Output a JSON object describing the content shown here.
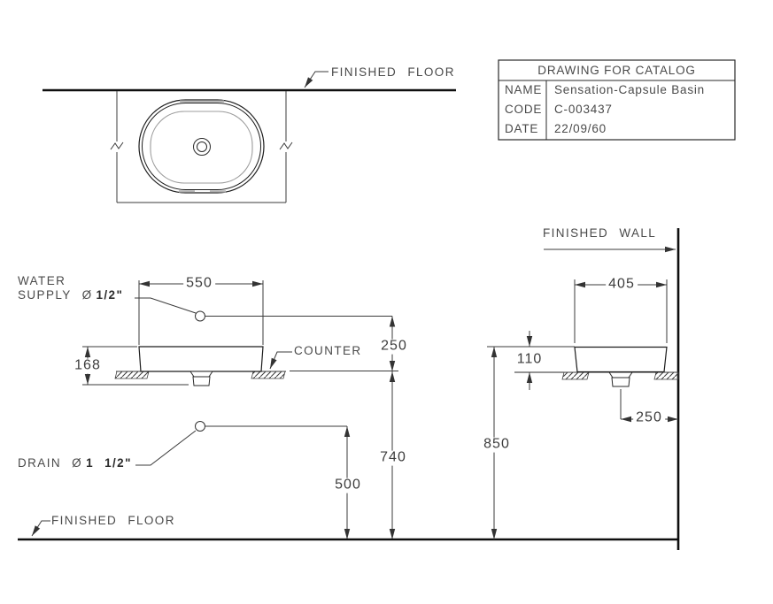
{
  "colors": {
    "line": "#3b3b3b",
    "object_line": "#1c1c1c",
    "thick_line": "#0f0f0f",
    "text": "#4a4a4a",
    "background": "#ffffff"
  },
  "plan_view": {
    "finished_floor_label": "FINISHED FLOOR"
  },
  "catalog_table": {
    "title": "DRAWING FOR CATALOG",
    "rows": [
      {
        "label": "NAME",
        "value": "Sensation-Capsule Basin"
      },
      {
        "label": "CODE",
        "value": "C-003437"
      },
      {
        "label": "DATE",
        "value": "22/09/60"
      }
    ]
  },
  "front_elevation": {
    "water_supply_line1": "WATER",
    "water_supply_line2_prefix": "SUPPLY Ø",
    "water_supply_size": "1/2\"",
    "counter_label": "COUNTER",
    "drain_label_prefix": "DRAIN Ø",
    "drain_size": "1 1/2\"",
    "finished_floor_label": "FINISHED FLOOR",
    "dims": {
      "basin_width": "550",
      "basin_total_height": "168",
      "supply_above_counter": "250",
      "counter_above_floor": "740",
      "drain_above_floor": "500"
    }
  },
  "side_elevation": {
    "finished_wall_label": "FINISHED WALL",
    "dims": {
      "basin_depth": "405",
      "rim_above_counter": "110",
      "rim_above_floor": "850",
      "drain_from_wall": "250"
    }
  }
}
